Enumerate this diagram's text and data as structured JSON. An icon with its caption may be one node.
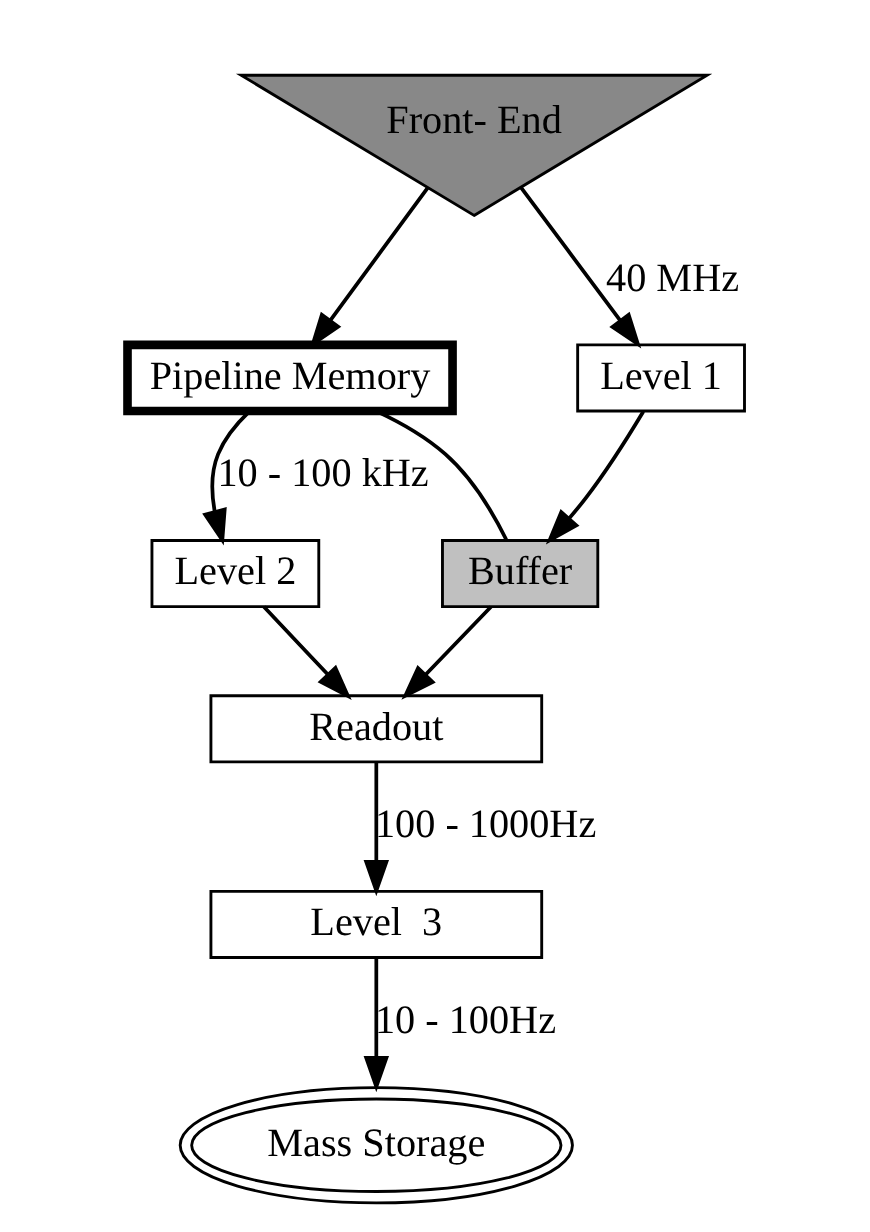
{
  "diagram": {
    "nodes": [
      {
        "text": [
          "Front- End"
        ]
      },
      {
        "text": [
          "Pipeline Memory"
        ]
      },
      {
        "text": [
          "Level 1"
        ]
      },
      {
        "text": [
          "Buffer"
        ]
      },
      {
        "text": [
          "Level 2"
        ]
      },
      {
        "text": [
          "Readout"
        ]
      },
      {
        "text": [
          "Level  3"
        ]
      },
      {
        "text": [
          "Mass Storage"
        ]
      }
    ],
    "edges": [
      {
        "from": 0,
        "to": 1,
        "arrow": "to"
      },
      {
        "from": 0,
        "to": 2,
        "arrow": "to",
        "label": "40 MHz"
      },
      {
        "from": 2,
        "to": 3,
        "arrow": "to"
      },
      {
        "from": 1,
        "to": 3,
        "arrow": "none"
      },
      {
        "from": 1,
        "to": 4,
        "arrow": "to",
        "label": "10 - 100 kHz"
      },
      {
        "from": 4,
        "to": 5,
        "arrow": "to"
      },
      {
        "from": 3,
        "to": 5,
        "arrow": "to"
      },
      {
        "from": 5,
        "to": 6,
        "arrow": "to",
        "label": "100 - 1000Hz"
      },
      {
        "from": 6,
        "to": 7,
        "arrow": "to",
        "label": "10 - 100Hz"
      }
    ]
  }
}
